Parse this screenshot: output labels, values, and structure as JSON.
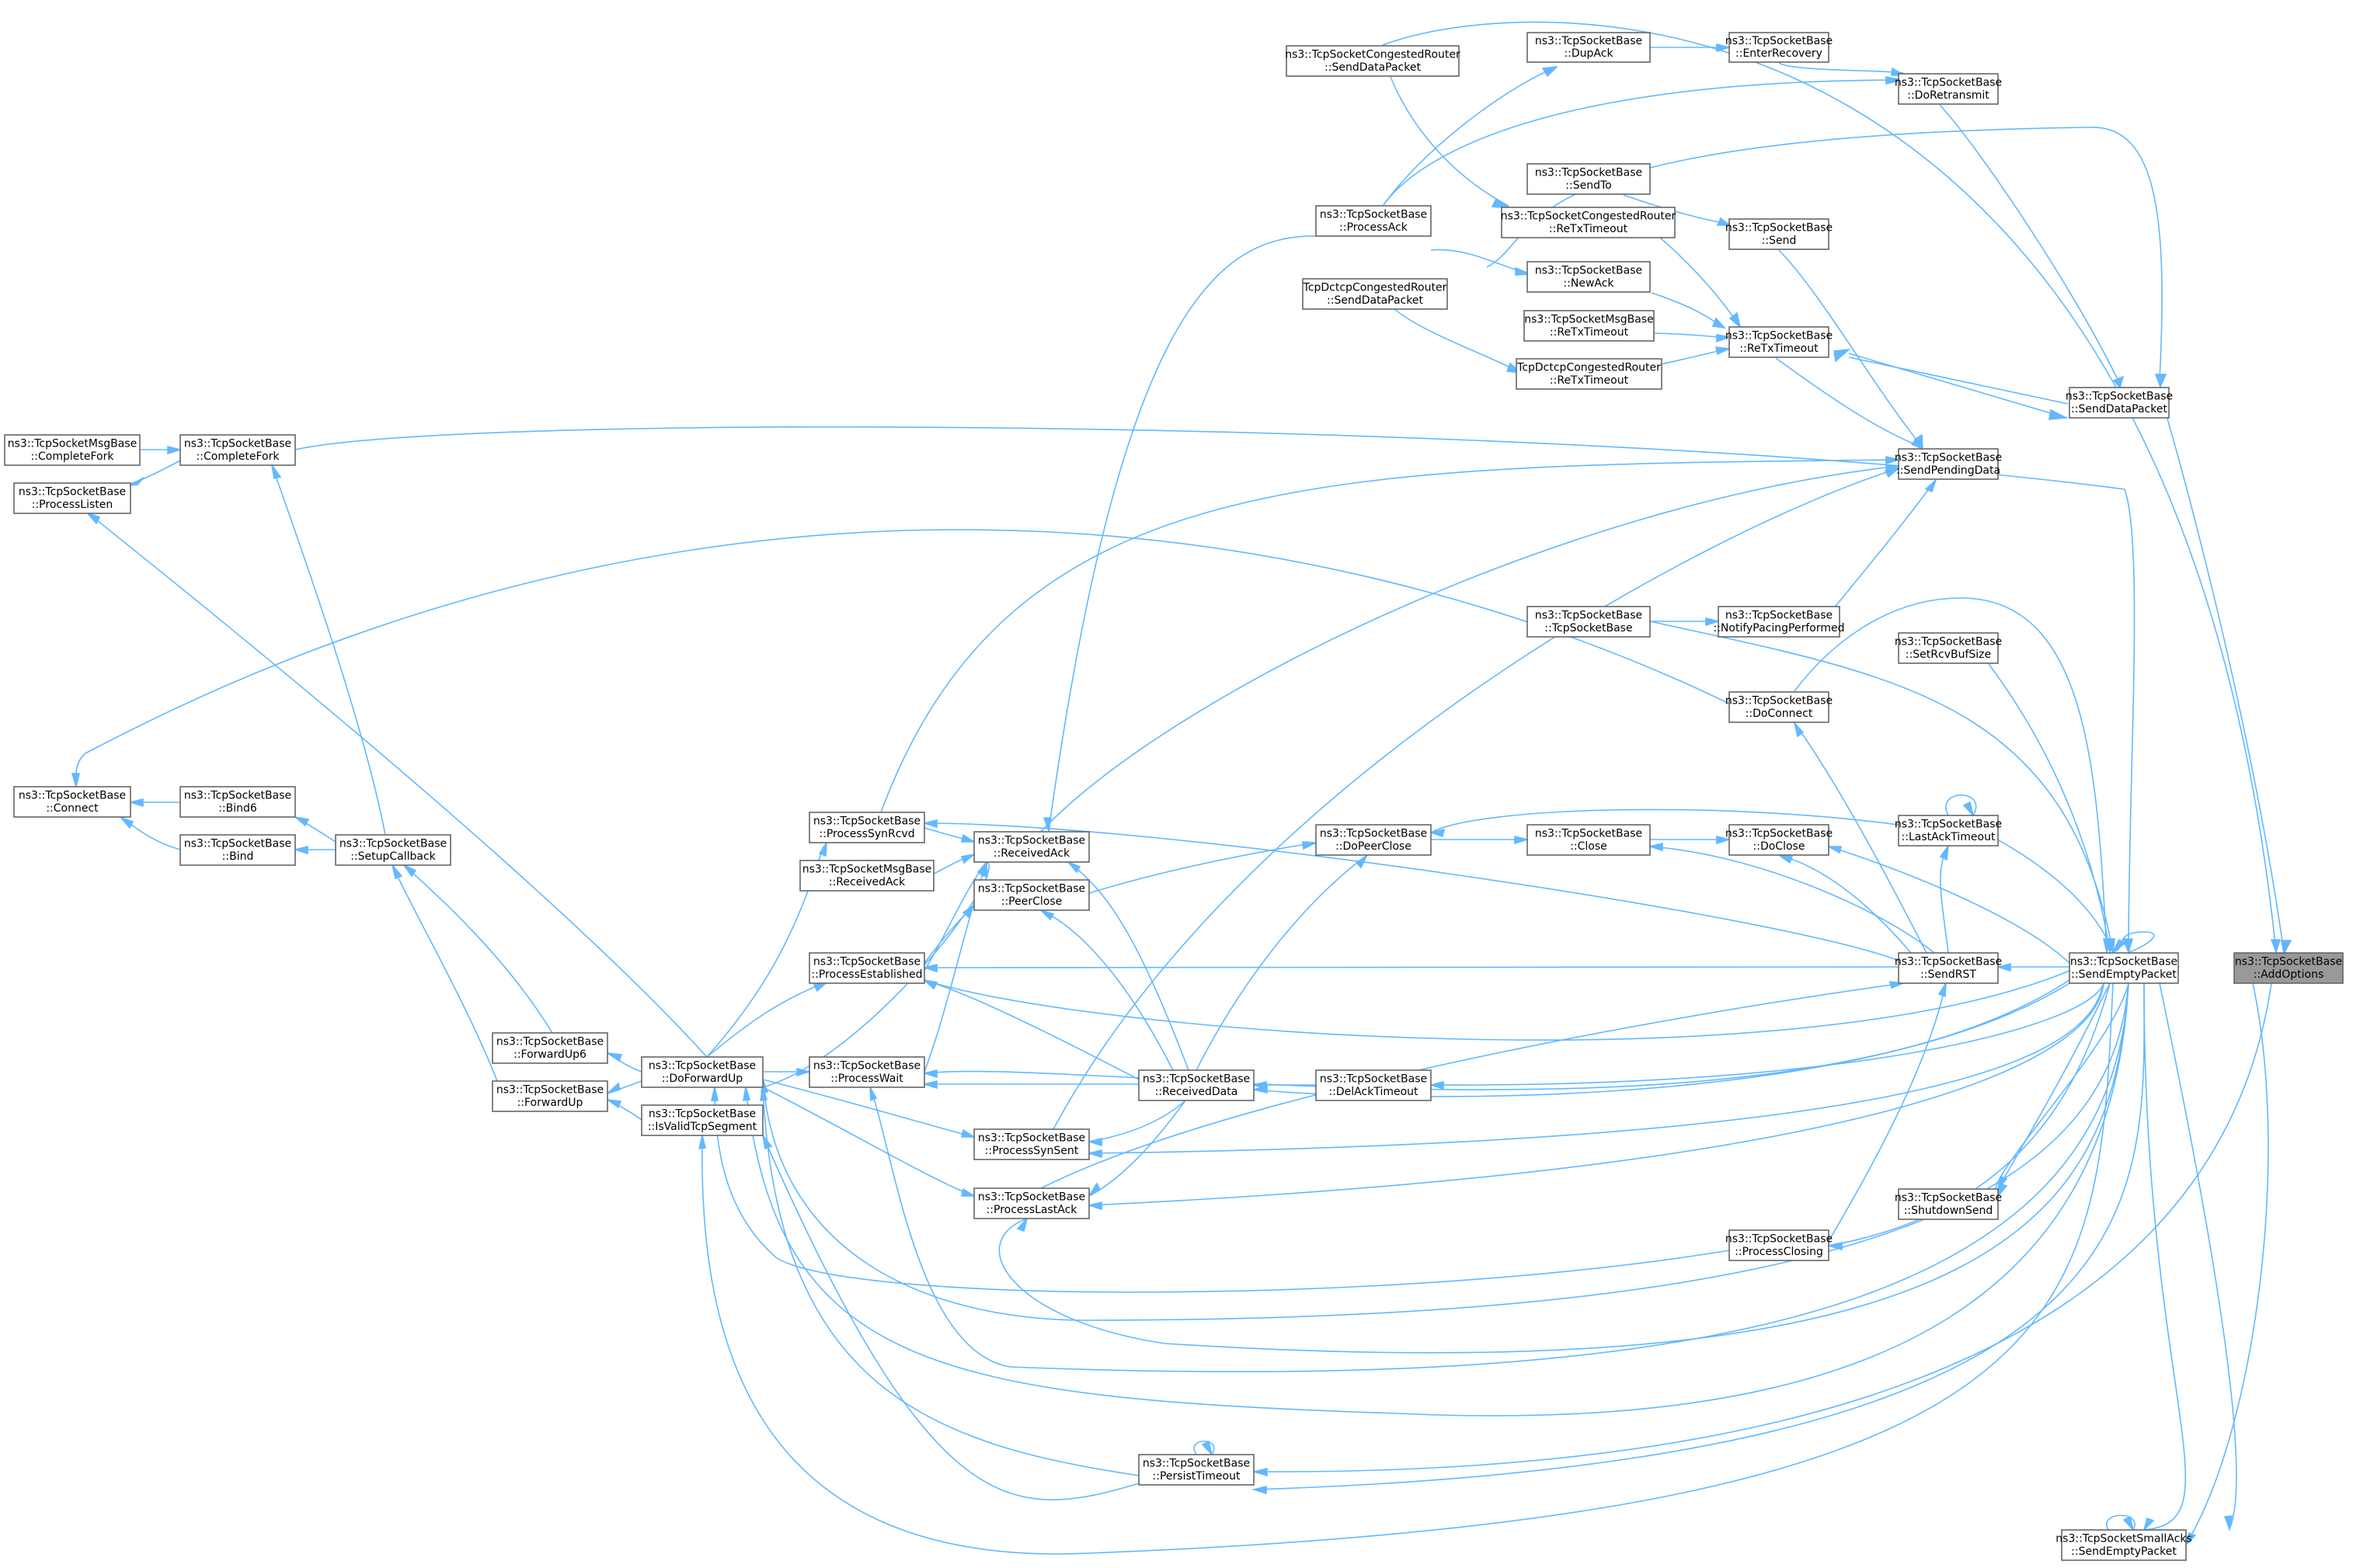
{
  "diagram": {
    "nodes": {
      "addoptions": [
        "ns3::TcpSocketBase",
        "::AddOptions"
      ],
      "sendempty": [
        "ns3::TcpSocketBase",
        "::SendEmptyPacket"
      ],
      "senddatapacket": [
        "ns3::TcpSocketBase",
        "::SendDataPacket"
      ],
      "doretransmit": [
        "ns3::TcpSocketBase",
        "::DoRetransmit"
      ],
      "enterrecovery": [
        "ns3::TcpSocketBase",
        "::EnterRecovery"
      ],
      "dupack": [
        "ns3::TcpSocketBase",
        "::DupAck"
      ],
      "congrouter_sdp": [
        "ns3::TcpSocketCongestedRouter",
        "::SendDataPacket"
      ],
      "processack": [
        "ns3::TcpSocketBase",
        "::ProcessAck"
      ],
      "sendto": [
        "ns3::TcpSocketBase",
        "::SendTo"
      ],
      "send": [
        "ns3::TcpSocketBase",
        "::Send"
      ],
      "congrouter_rtx": [
        "ns3::TcpSocketCongestedRouter",
        "::ReTxTimeout"
      ],
      "newack": [
        "ns3::TcpSocketBase",
        "::NewAck"
      ],
      "dctcp_sdp": [
        "TcpDctcpCongestedRouter",
        "::SendDataPacket"
      ],
      "msgbase_rtx": [
        "ns3::TcpSocketMsgBase",
        "::ReTxTimeout"
      ],
      "rtxtimeout": [
        "ns3::TcpSocketBase",
        "::ReTxTimeout"
      ],
      "dctcp_rtx": [
        "TcpDctcpCongestedRouter",
        "::ReTxTimeout"
      ],
      "sendpending": [
        "ns3::TcpSocketBase",
        "::SendPendingData"
      ],
      "msgbase_completefork": [
        "ns3::TcpSocketMsgBase",
        "::CompleteFork"
      ],
      "completefork": [
        "ns3::TcpSocketBase",
        "::CompleteFork"
      ],
      "processlisten": [
        "ns3::TcpSocketBase",
        "::ProcessListen"
      ],
      "tcpsocketbase": [
        "ns3::TcpSocketBase",
        "::TcpSocketBase"
      ],
      "notifypacing": [
        "ns3::TcpSocketBase",
        "::NotifyPacingPerformed"
      ],
      "setrcvbuf": [
        "ns3::TcpSocketBase",
        "::SetRcvBufSize"
      ],
      "doconnect": [
        "ns3::TcpSocketBase",
        "::DoConnect"
      ],
      "connect": [
        "ns3::TcpSocketBase",
        "::Connect"
      ],
      "bind6": [
        "ns3::TcpSocketBase",
        "::Bind6"
      ],
      "bind": [
        "ns3::TcpSocketBase",
        "::Bind"
      ],
      "setupcallback": [
        "ns3::TcpSocketBase",
        "::SetupCallback"
      ],
      "processsynrcvd": [
        "ns3::TcpSocketBase",
        "::ProcessSynRcvd"
      ],
      "msgbase_receivedack": [
        "ns3::TcpSocketMsgBase",
        "::ReceivedAck"
      ],
      "receivedack": [
        "ns3::TcpSocketBase",
        "::ReceivedAck"
      ],
      "peerclose": [
        "ns3::TcpSocketBase",
        "::PeerClose"
      ],
      "dopeerclose": [
        "ns3::TcpSocketBase",
        "::DoPeerClose"
      ],
      "close": [
        "ns3::TcpSocketBase",
        "::Close"
      ],
      "doclose": [
        "ns3::TcpSocketBase",
        "::DoClose"
      ],
      "lastacktimeout": [
        "ns3::TcpSocketBase",
        "::LastAckTimeout"
      ],
      "processestablished": [
        "ns3::TcpSocketBase",
        "::ProcessEstablished"
      ],
      "sendrst": [
        "ns3::TcpSocketBase",
        "::SendRST"
      ],
      "forwardup6": [
        "ns3::TcpSocketBase",
        "::ForwardUp6"
      ],
      "forwardup": [
        "ns3::TcpSocketBase",
        "::ForwardUp"
      ],
      "doforwardup": [
        "ns3::TcpSocketBase",
        "::DoForwardUp"
      ],
      "processwait": [
        "ns3::TcpSocketBase",
        "::ProcessWait"
      ],
      "receiveddata": [
        "ns3::TcpSocketBase",
        "::ReceivedData"
      ],
      "delacktimeout": [
        "ns3::TcpSocketBase",
        "::DelAckTimeout"
      ],
      "isvalidtcp": [
        "ns3::TcpSocketBase",
        "::IsValidTcpSegment"
      ],
      "processsynsent": [
        "ns3::TcpSocketBase",
        "::ProcessSynSent"
      ],
      "processlastack": [
        "ns3::TcpSocketBase",
        "::ProcessLastAck"
      ],
      "shutdownsend": [
        "ns3::TcpSocketBase",
        "::ShutdownSend"
      ],
      "processclosing": [
        "ns3::TcpSocketBase",
        "::ProcessClosing"
      ],
      "persisttimeout": [
        "ns3::TcpSocketBase",
        "::PersistTimeout"
      ],
      "smallacks_sendempty": [
        "ns3::TcpSocketSmallAcks",
        "::SendEmptyPacket"
      ]
    },
    "target": "addoptions",
    "colors": {
      "edge": "#63b8ff",
      "node_border": "#666666",
      "target_fill": "#999999"
    }
  }
}
